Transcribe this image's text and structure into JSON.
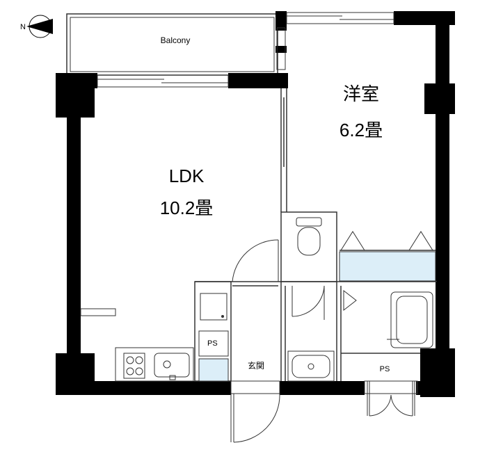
{
  "compass": {
    "letter": "N"
  },
  "rooms": {
    "balcony": "Balcony",
    "ldk_name": "LDK",
    "ldk_size": "10.2畳",
    "western_name": "洋室",
    "western_size": "6.2畳",
    "ps_left": "PS",
    "ps_right": "PS",
    "entrance": "玄関"
  },
  "colors": {
    "wall": "#000000",
    "line": "#333333",
    "storage": "#dceef8"
  }
}
